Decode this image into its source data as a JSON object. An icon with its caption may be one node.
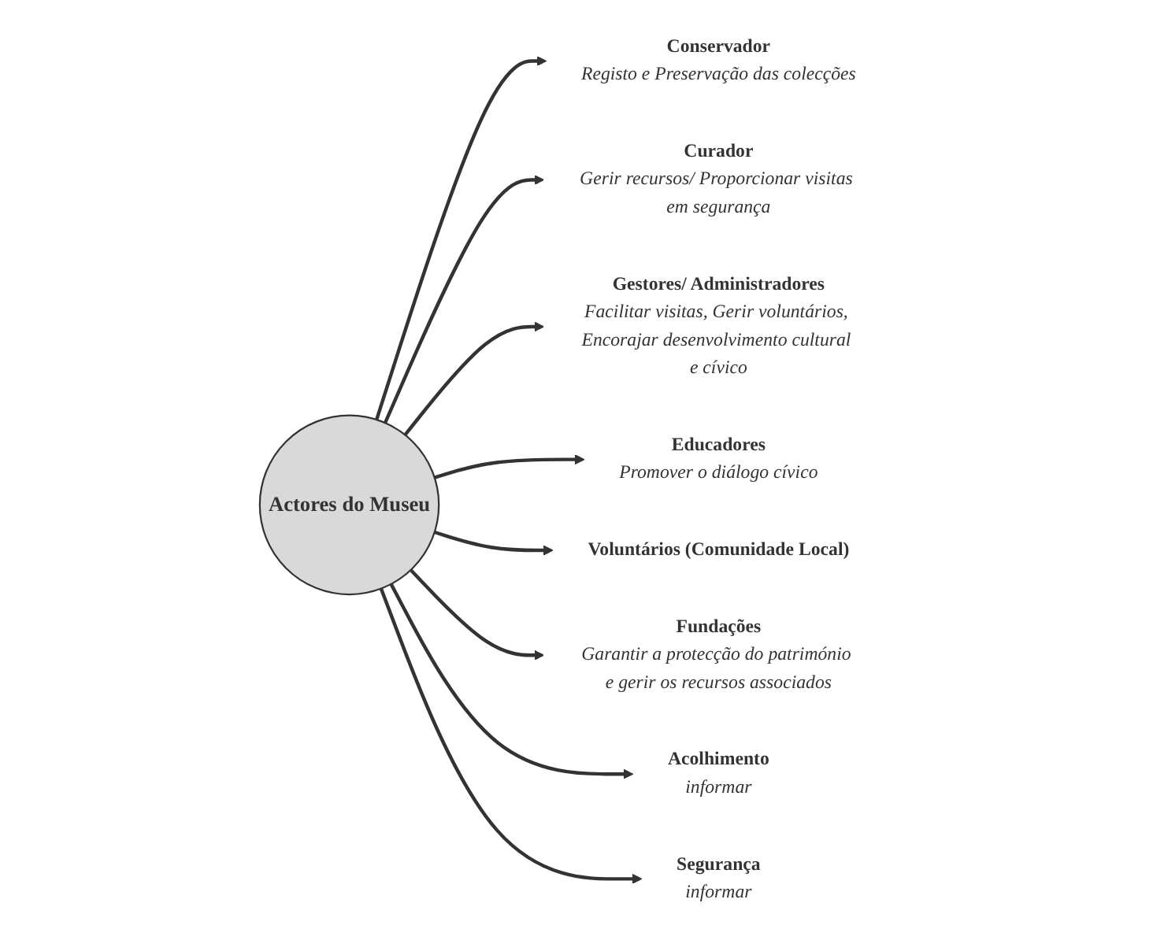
{
  "diagram": {
    "nodes": [
      {
        "text": [
          "Conservador"
        ],
        "beside": [
          "Registo e Preservação das colecções"
        ]
      },
      {
        "text": [
          "Segurança"
        ],
        "beside": [
          "informar"
        ]
      },
      {
        "text": [
          "Curador"
        ],
        "beside": [
          "Gerir recursos/ Proporcionar visitas em segurança"
        ]
      },
      {
        "text": [
          "Actores do Museu"
        ]
      },
      {
        "text": [
          "Acolhimento"
        ],
        "beside": [
          "informar"
        ]
      },
      {
        "text": [
          "Gestores/ Administradores"
        ],
        "beside": [
          "Facilitar visitas, Gerir voluntários, Encorajar desenvolvimento cultural e cívico"
        ]
      },
      {
        "text": [
          "Fundações"
        ],
        "beside": [
          "Garantir a protecção do património e gerir os recursos associados"
        ]
      },
      {
        "text": [
          "Educadores"
        ],
        "beside": [
          "Promover o diálogo cívico"
        ]
      },
      {
        "text": [
          "Voluntários (Comunidade Local)"
        ]
      }
    ],
    "edges": [
      {
        "from": 3,
        "to": 0,
        "arrow": "to"
      },
      {
        "from": 3,
        "to": 2,
        "arrow": "to"
      },
      {
        "from": 3,
        "to": 5,
        "arrow": "to"
      },
      {
        "from": 3,
        "to": 7,
        "arrow": "to"
      },
      {
        "from": 3,
        "to": 8,
        "arrow": "to"
      },
      {
        "from": 3,
        "to": 6,
        "arrow": "to"
      },
      {
        "from": 3,
        "to": 4,
        "arrow": "to"
      },
      {
        "from": 3,
        "to": 1,
        "arrow": "to"
      }
    ]
  }
}
